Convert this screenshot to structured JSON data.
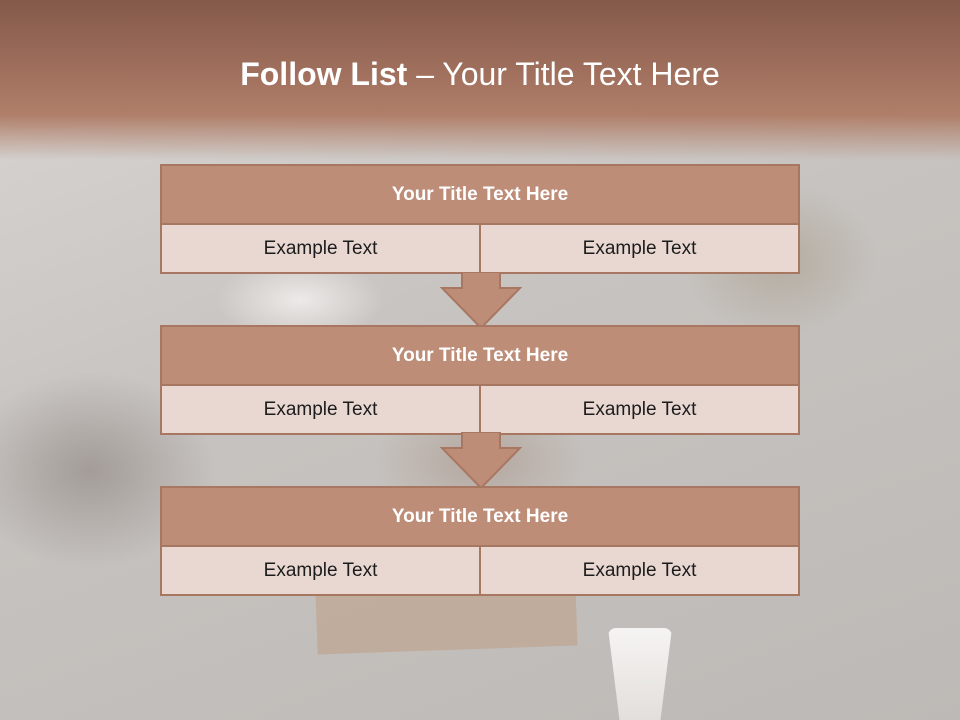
{
  "header": {
    "title_bold": "Follow List",
    "title_rest": "  – Your Title Text Here"
  },
  "blocks": [
    {
      "title": "Your Title Text Here",
      "left": "Example Text",
      "right": "Example Text"
    },
    {
      "title": "Your Title Text Here",
      "left": "Example Text",
      "right": "Example Text"
    },
    {
      "title": "Your Title Text Here",
      "left": "Example Text",
      "right": "Example Text"
    }
  ],
  "colors": {
    "header": "#9d6d5b",
    "block_title_fill": "#bd8d78",
    "block_cell_fill": "#e9d8d2",
    "border": "#a87762",
    "arrow": "#bd8d78"
  }
}
